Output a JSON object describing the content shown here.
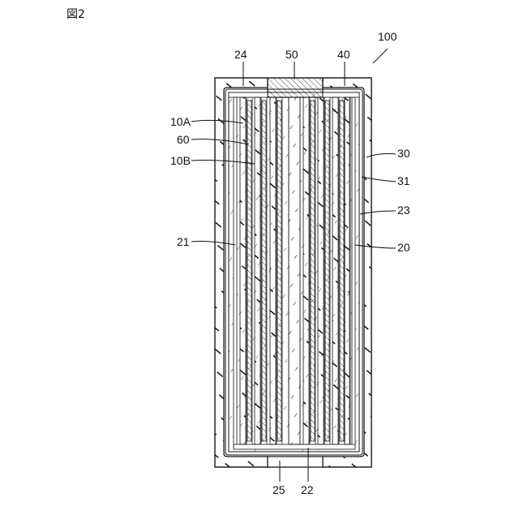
{
  "figure_title": "図2",
  "labels": {
    "l100": "100",
    "l24": "24",
    "l50": "50",
    "l40": "40",
    "l10A": "10A",
    "l60": "60",
    "l10B": "10B",
    "l30": "30",
    "l31": "31",
    "l23": "23",
    "l21": "21",
    "l20": "20",
    "l25": "25",
    "l22": "22"
  },
  "colors": {
    "line": "#111111",
    "background": "#ffffff"
  }
}
